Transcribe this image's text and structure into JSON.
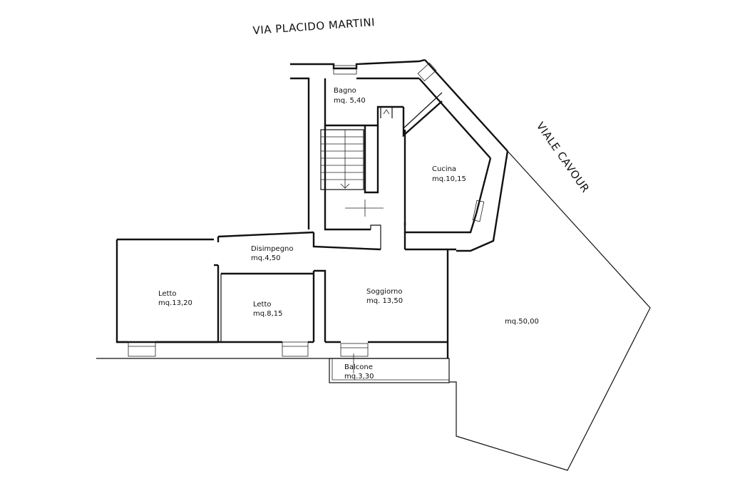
{
  "streets": {
    "north": "VIA PLACIDO MARTINI",
    "east": "VIALE CAVOUR"
  },
  "rooms": {
    "bagno": {
      "name": "Bagno",
      "area": "mq. 5,40"
    },
    "cucina": {
      "name": "Cucina",
      "area": "mq.10,15"
    },
    "disimpegno": {
      "name": "Disimpegno",
      "area": "mq.4,50"
    },
    "letto_large": {
      "name": "Letto",
      "area": "mq.13,20"
    },
    "letto_small": {
      "name": "Letto",
      "area": "mq.8,15"
    },
    "soggiorno": {
      "name": "Soggiorno",
      "area": "mq. 13,50"
    },
    "balcone": {
      "name": "Balcone",
      "area": "mq.3,30"
    },
    "terrazza": {
      "area": "mq.50,00"
    }
  }
}
